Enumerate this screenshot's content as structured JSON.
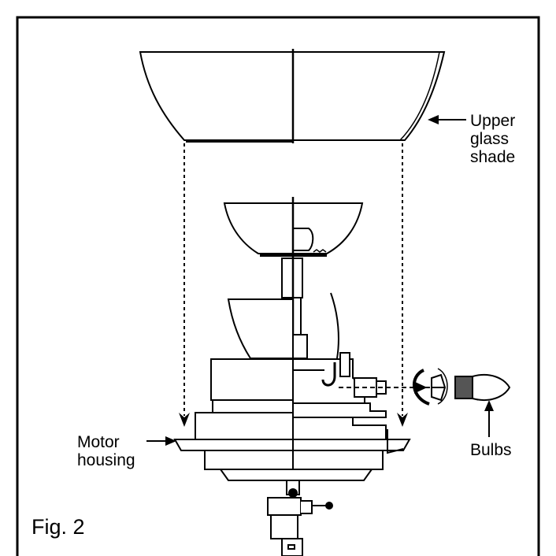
{
  "labels": {
    "upper_glass_shade": [
      "Upper",
      "glass",
      "shade"
    ],
    "motor_housing": [
      "Motor",
      "housing"
    ],
    "bulbs": "Bulbs"
  },
  "figure_caption": "Fig. 2"
}
